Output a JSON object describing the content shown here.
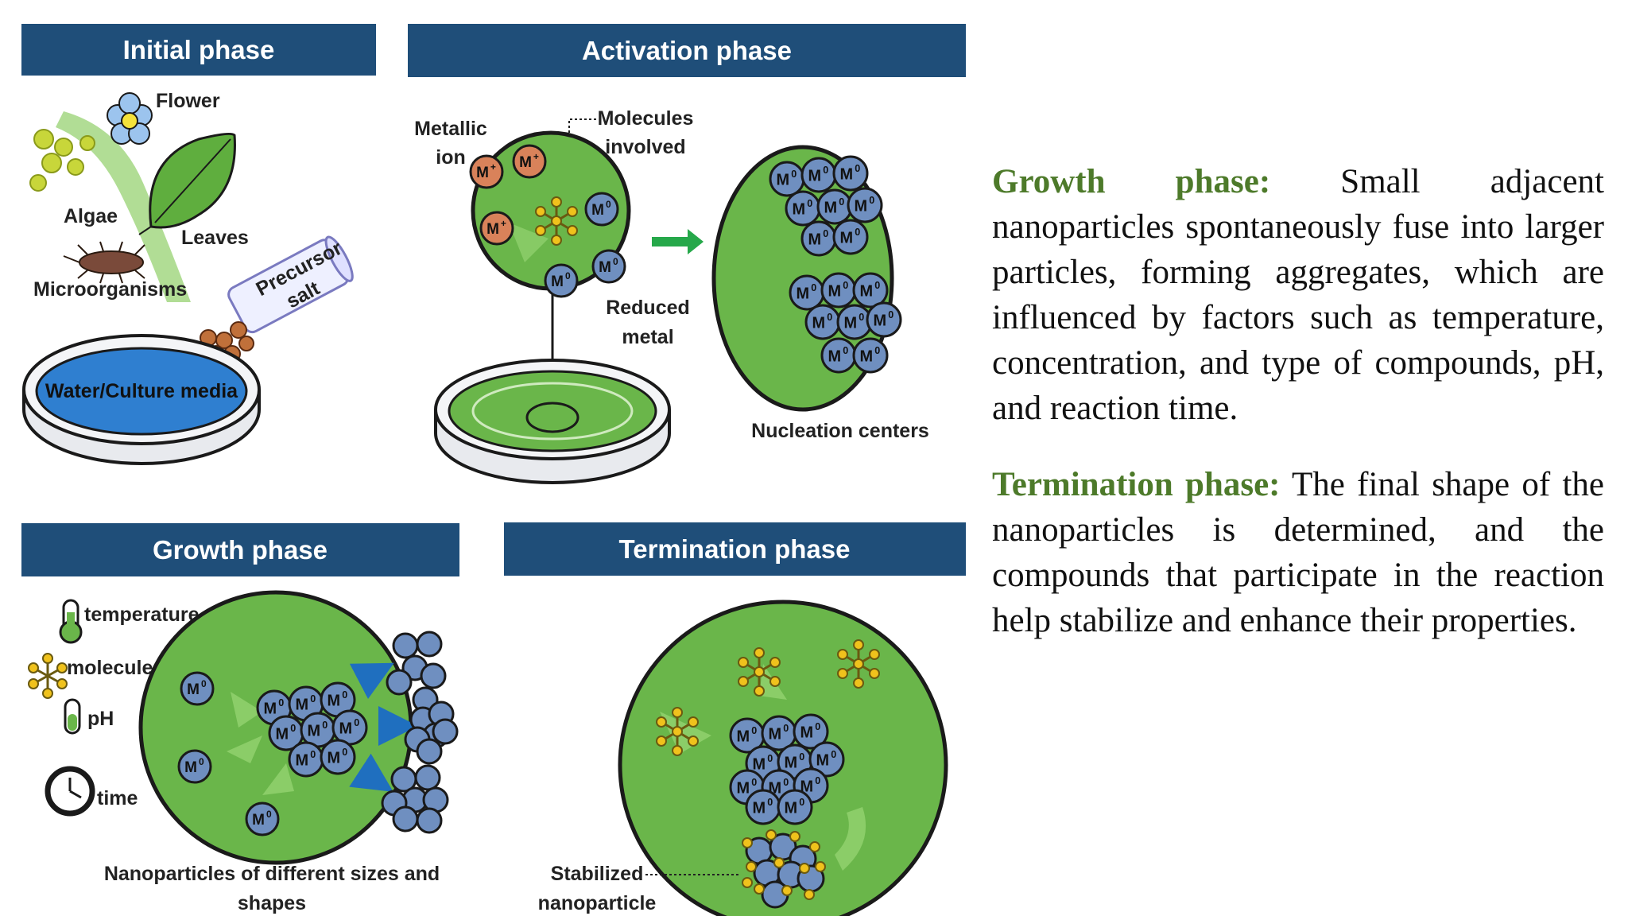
{
  "colors": {
    "header": "#1f4e79",
    "green": "#6ab64a",
    "green_dark": "#1a1a1a",
    "particle": "#6f8fc0",
    "ion": "#d9825a",
    "molecule": "#f0c21c",
    "dish_blue": "#2f7fd0",
    "arrow_green": "#26a84a",
    "arrow_blue": "#1f6fbf",
    "keyword": "#4d7a2a"
  },
  "panels": {
    "initial": {
      "header": "Initial phase",
      "labels": {
        "flower": "Flower",
        "algae": "Algae",
        "leaves": "Leaves",
        "microorganisms": "Microorganisms",
        "precursor": "Precursor",
        "salt": "salt",
        "media": "Water/Culture media"
      }
    },
    "activation": {
      "header": "Activation phase",
      "labels": {
        "metallic": "Metallic",
        "ion": "ion",
        "molecules": "Molecules",
        "involved": "involved",
        "reduced": "Reduced",
        "metal": "metal",
        "nucleation": "Nucleation centers"
      }
    },
    "growth": {
      "header": "Growth phase",
      "labels": {
        "temperature": "temperature",
        "molecules": "molecules",
        "ph": "pH",
        "time": "time",
        "caption_line1": "Nanoparticles of different sizes and",
        "caption_line2": "shapes"
      }
    },
    "termination": {
      "header": "Termination phase",
      "labels": {
        "stabilized": "Stabilized",
        "nanoparticle": "nanoparticle"
      }
    }
  },
  "symbols": {
    "m_plus": "M+",
    "m_zero": "M0"
  },
  "text": {
    "growth_title": "Growth phase:",
    "growth_body": " Small adjacent nanoparticles spontaneously fuse into larger particles, forming aggregates, which are influenced by factors such as temperature, concentration, and type of compounds, pH, and reaction time.",
    "termination_title": "Termination phase:",
    "termination_body": " The final shape of the nanoparticles is determined, and the compounds that participate in the reaction help stabilize and enhance their properties."
  }
}
